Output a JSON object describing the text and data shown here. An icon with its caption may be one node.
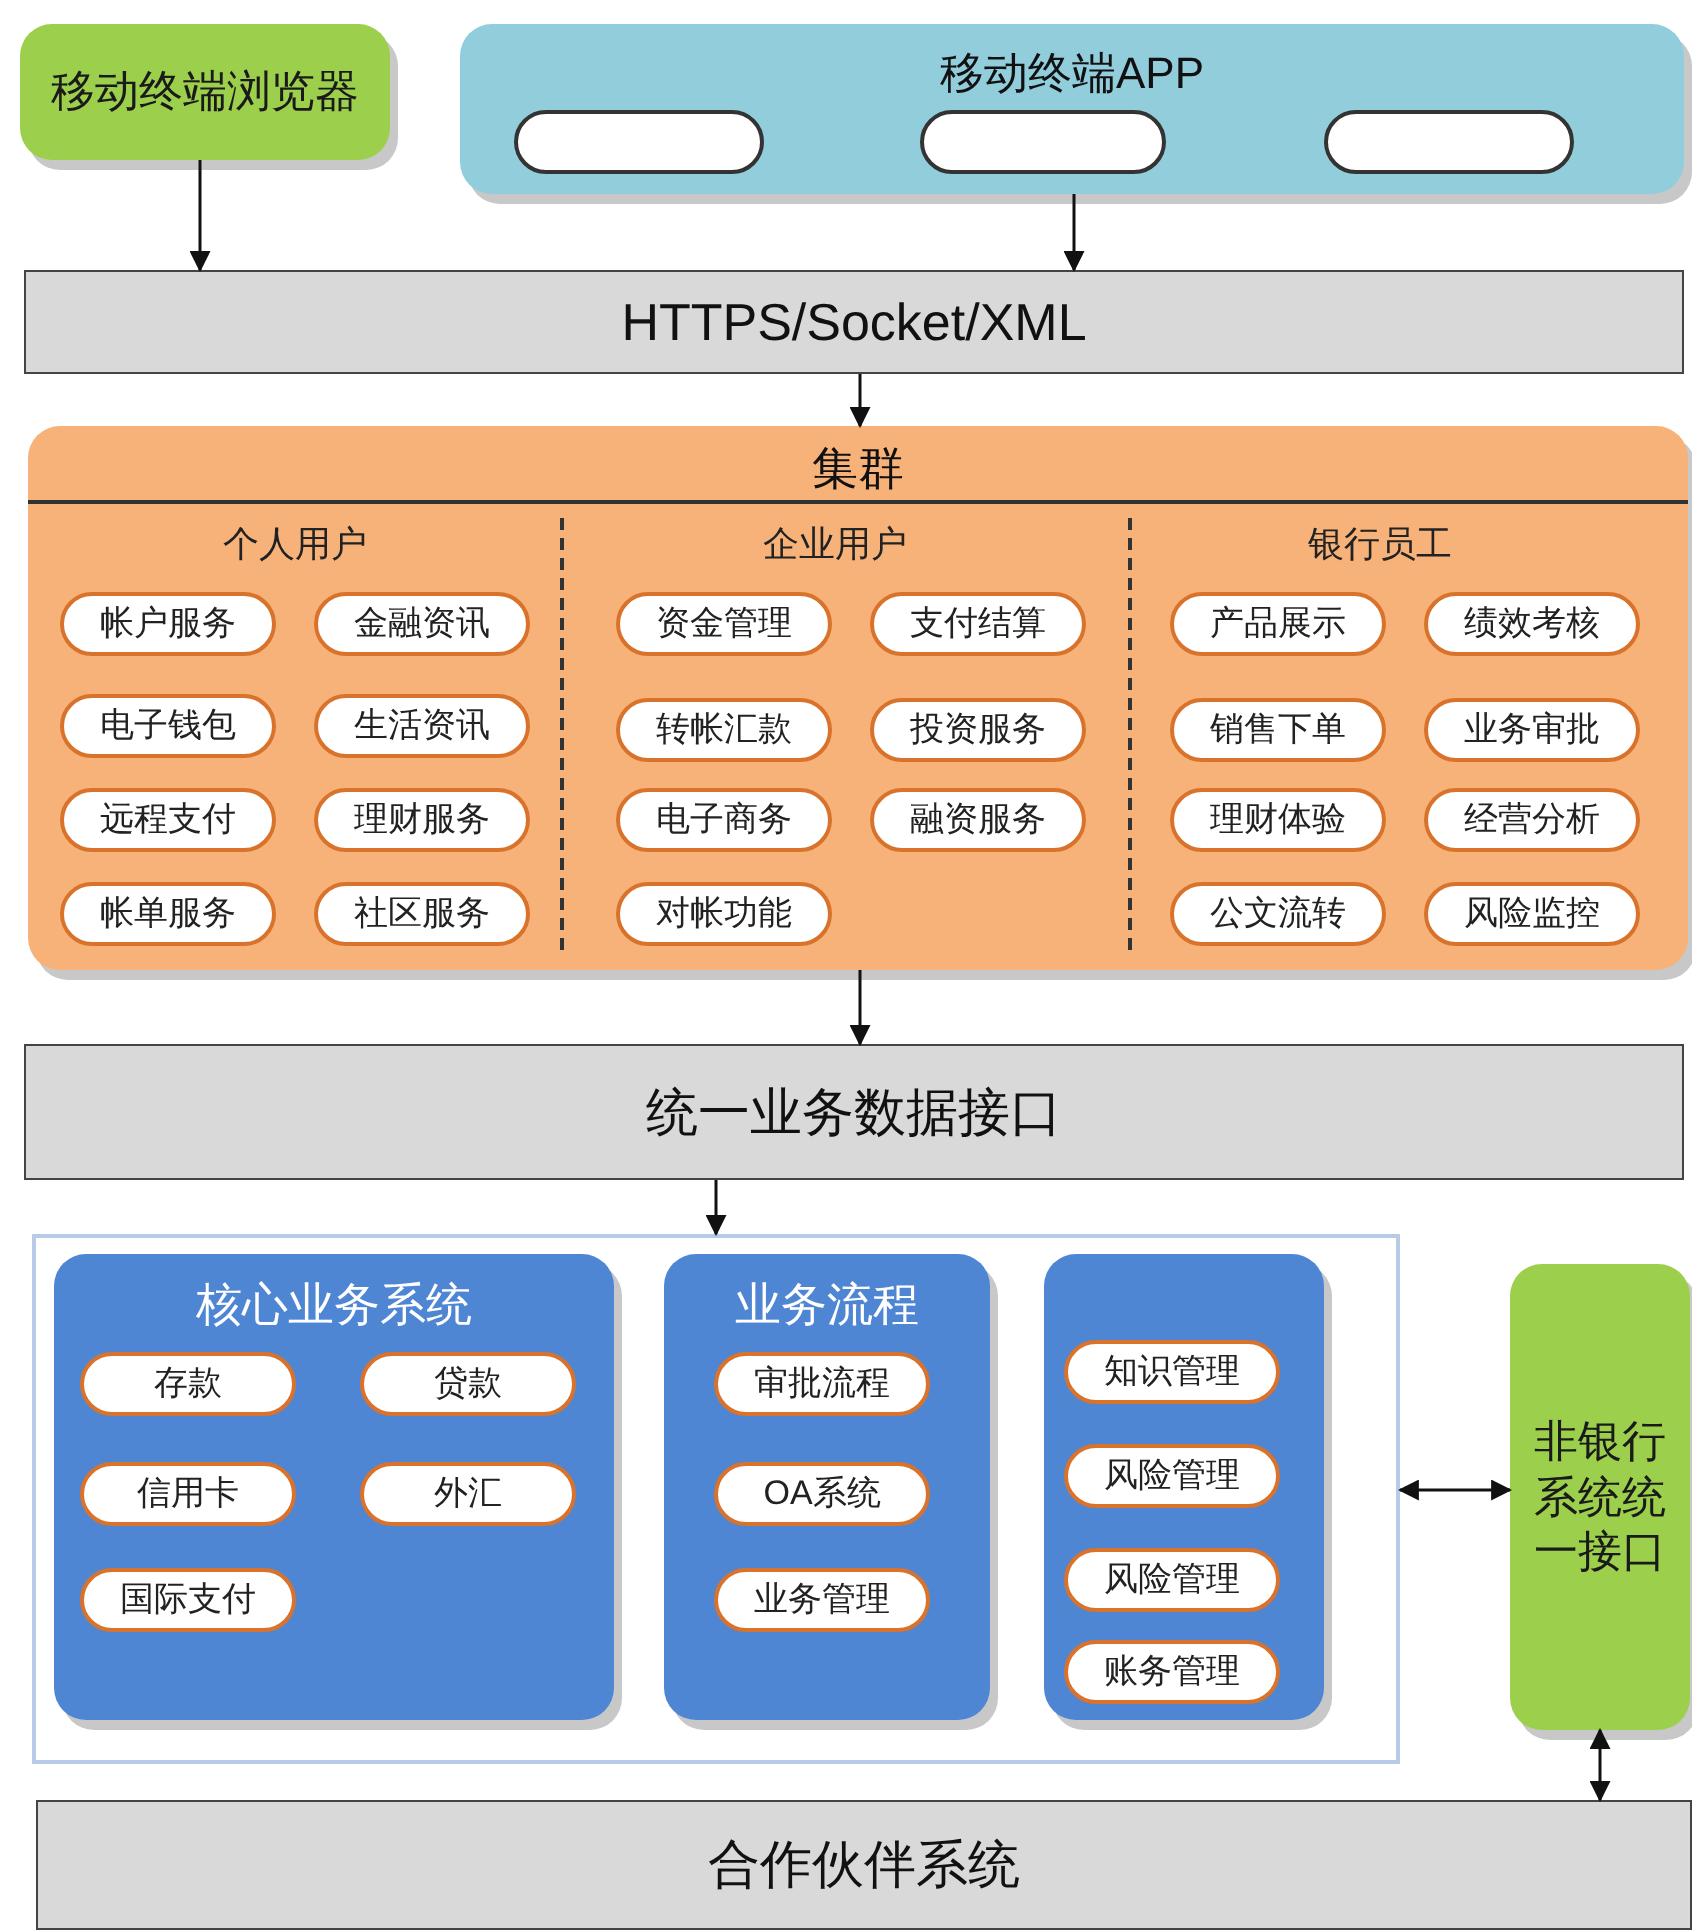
{
  "diagram": {
    "nodes": [
      {
        "text": [
          "移动终端浏览器"
        ]
      },
      {
        "text": [
          "移动终端APP"
        ]
      },
      {
        "text": [],
        "shape": "box",
        "in": 1
      },
      {
        "text": [],
        "shape": "box",
        "in": 1
      },
      {
        "text": [],
        "shape": "box",
        "in": 1
      },
      {
        "text": [
          "HTTPS/Socket/XML"
        ]
      },
      {
        "text": [
          "集群",
          "个人用户",
          "企业用户",
          "银行员工"
        ]
      },
      {
        "text": [
          "帐户服务"
        ],
        "in": 6
      },
      {
        "text": [
          "金融资讯"
        ],
        "in": 6
      },
      {
        "text": [
          "电子钱包"
        ],
        "in": 6
      },
      {
        "text": [
          "生活资讯"
        ],
        "in": 6
      },
      {
        "text": [
          "远程支付"
        ],
        "in": 6
      },
      {
        "text": [
          "理财服务"
        ],
        "in": 6
      },
      {
        "text": [
          "帐单服务"
        ],
        "in": 6
      },
      {
        "text": [
          "社区服务"
        ],
        "in": 6
      },
      {
        "text": [
          "资金管理"
        ],
        "in": 6
      },
      {
        "text": [
          "支付结算"
        ],
        "in": 6
      },
      {
        "text": [
          "转帐汇款"
        ],
        "in": 6
      },
      {
        "text": [
          "投资服务"
        ],
        "in": 6
      },
      {
        "text": [
          "电子商务"
        ],
        "in": 6
      },
      {
        "text": [
          "融资服务"
        ],
        "in": 6
      },
      {
        "text": [
          "对帐功能"
        ],
        "in": 6
      },
      {
        "text": [
          "产品展示"
        ],
        "in": 6
      },
      {
        "text": [
          "绩效考核"
        ],
        "in": 6
      },
      {
        "text": [
          "销售下单"
        ],
        "in": 6
      },
      {
        "text": [
          "业务审批"
        ],
        "in": 6
      },
      {
        "text": [
          "理财体验"
        ],
        "in": 6
      },
      {
        "text": [
          "经营分析"
        ],
        "in": 6
      },
      {
        "text": [
          "公文流转"
        ],
        "in": 6
      },
      {
        "text": [
          "风险监控"
        ],
        "in": 6
      },
      {
        "text": [
          "统一业务数据接口"
        ]
      },
      {
        "text": [],
        "shape": "box"
      },
      {
        "text": [
          "核心业务系统"
        ],
        "in": 31
      },
      {
        "text": [
          "存款"
        ],
        "in": 32
      },
      {
        "text": [
          "贷款"
        ],
        "in": 32
      },
      {
        "text": [
          "信用卡"
        ],
        "in": 32
      },
      {
        "text": [
          "外汇"
        ],
        "in": 32
      },
      {
        "text": [
          "国际支付"
        ],
        "in": 32
      },
      {
        "text": [
          "业务流程"
        ],
        "in": 31
      },
      {
        "text": [
          "审批流程"
        ],
        "in": 38
      },
      {
        "text": [
          "OA系统"
        ],
        "in": 38
      },
      {
        "text": [
          "业务管理"
        ],
        "in": 38
      },
      {
        "text": [],
        "shape": "box",
        "in": 31
      },
      {
        "text": [
          "知识管理"
        ],
        "in": 42
      },
      {
        "text": [
          "风险管理"
        ],
        "in": 42
      },
      {
        "text": [
          "风险管理"
        ],
        "in": 42
      },
      {
        "text": [
          "账务管理"
        ],
        "in": 42
      },
      {
        "text": [
          "非银行系统统一接口"
        ]
      },
      {
        "text": [
          "合作伙伴系统"
        ]
      }
    ],
    "edges": [
      {
        "from": 0,
        "to": 5,
        "arrow": "to"
      },
      {
        "from": 1,
        "to": 5,
        "arrow": "to"
      },
      {
        "from": 5,
        "to": 6,
        "arrow": "to"
      },
      {
        "from": 6,
        "to": 30,
        "arrow": "to"
      },
      {
        "from": 30,
        "to": 31,
        "arrow": "to"
      },
      {
        "from": 31,
        "to": 47,
        "arrow": "both"
      },
      {
        "from": 47,
        "to": 48,
        "arrow": "both"
      }
    ]
  }
}
